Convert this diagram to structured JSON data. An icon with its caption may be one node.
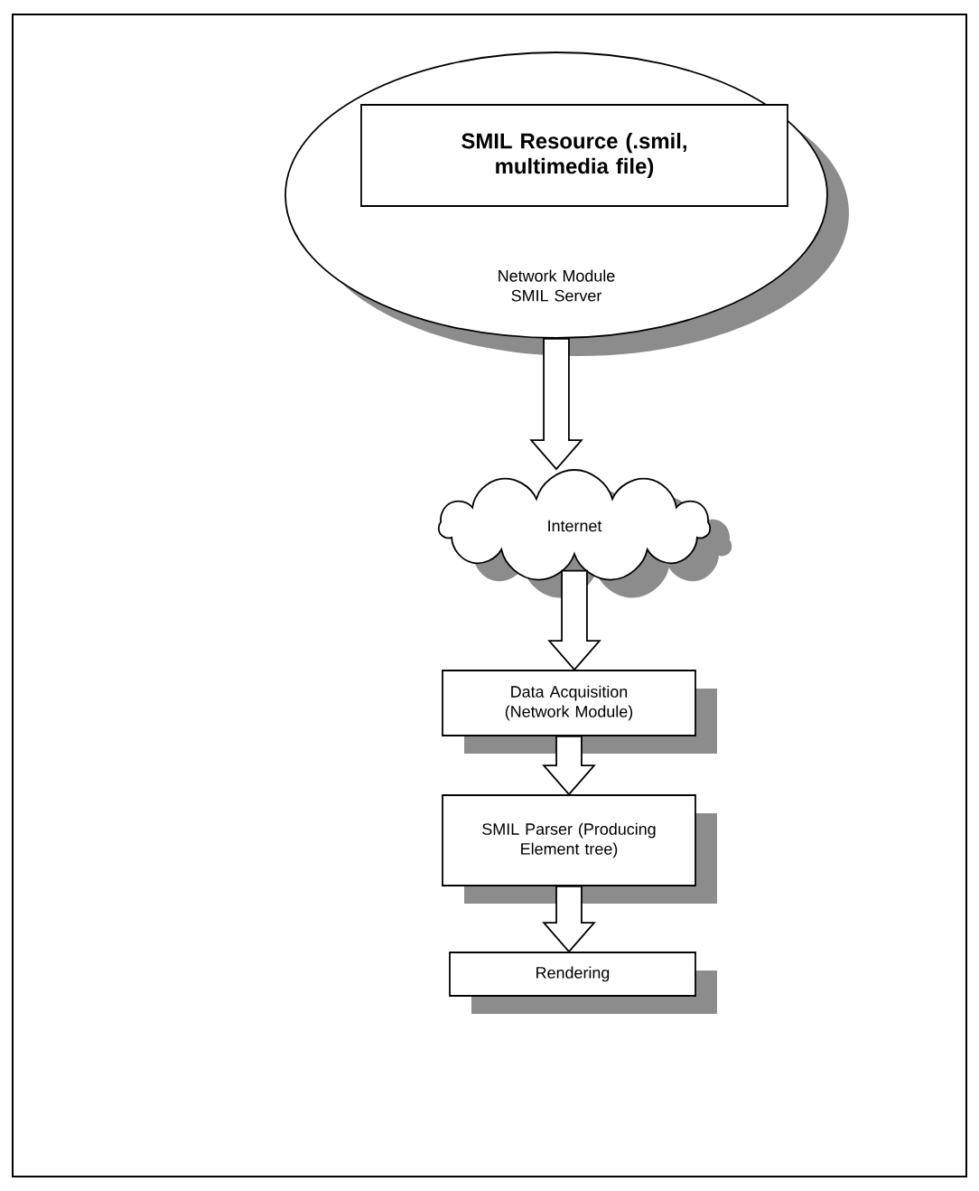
{
  "diagram": {
    "nodes": [
      {
        "text": [
          "Network Module SMIL Server"
        ]
      },
      {
        "text": [
          "SMIL Resource (.smil, multimedia file)"
        ],
        "in": 0
      },
      {
        "text": [
          "Internet"
        ]
      },
      {
        "text": [
          "Data Acquisition (Network Module)"
        ]
      },
      {
        "text": [
          "SMIL Parser (Producing Element tree)"
        ]
      },
      {
        "text": [
          "Rendering"
        ]
      }
    ],
    "edges": [
      {
        "from": 0,
        "to": 2,
        "arrow": "to"
      },
      {
        "from": 2,
        "to": 3,
        "arrow": "to"
      },
      {
        "from": 3,
        "to": 4,
        "arrow": "to"
      },
      {
        "from": 4,
        "to": 5,
        "arrow": "to"
      }
    ]
  }
}
